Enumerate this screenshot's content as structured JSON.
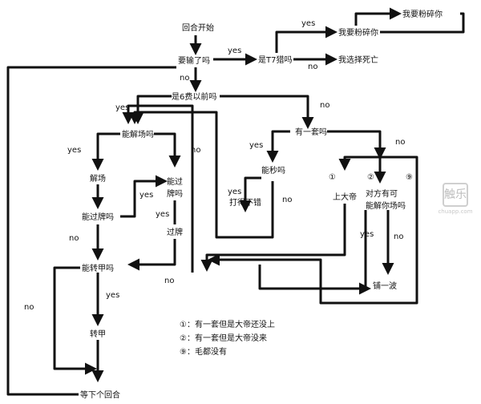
{
  "nodes": {
    "round_start": "回合开始",
    "losing": "要输了吗",
    "is_t7_hunter": "是T7猎吗",
    "i_choose_death": "我选择死亡",
    "crush_you": "我要粉碎你",
    "crush_you_2": "我要粉碎你",
    "before_6_mana": "是6费以前吗",
    "have_combo": "有一套吗",
    "can_clear": "能解场吗",
    "clear": "解场",
    "can_pass_taunt": "能过牌吗",
    "can_pass_taunt_2a": "能过",
    "can_pass_taunt_2b": "牌吗",
    "pass_taunt": "过牌",
    "can_turn_armor": "能转甲吗",
    "turn_armor": "转甲",
    "wait_next_round": "等下个回合",
    "can_kill": "能秒吗",
    "hit_is_fine": "打得不错",
    "play_emperor": "上大帝",
    "opp_can_clear_a": "对方有可",
    "opp_can_clear_b": "能解你场吗",
    "fill_wave": "铺一波",
    "circle_1": "①",
    "circle_2": "②",
    "circle_9": "⑨"
  },
  "edge_labels": {
    "yes": "yes",
    "no": "no"
  },
  "legend": [
    "①：有一套但是大帝还没上",
    "②：有一套但是大帝没来",
    "⑨：毛都没有"
  ],
  "logo": {
    "glyph": "触乐",
    "site": "chuapp.com"
  }
}
